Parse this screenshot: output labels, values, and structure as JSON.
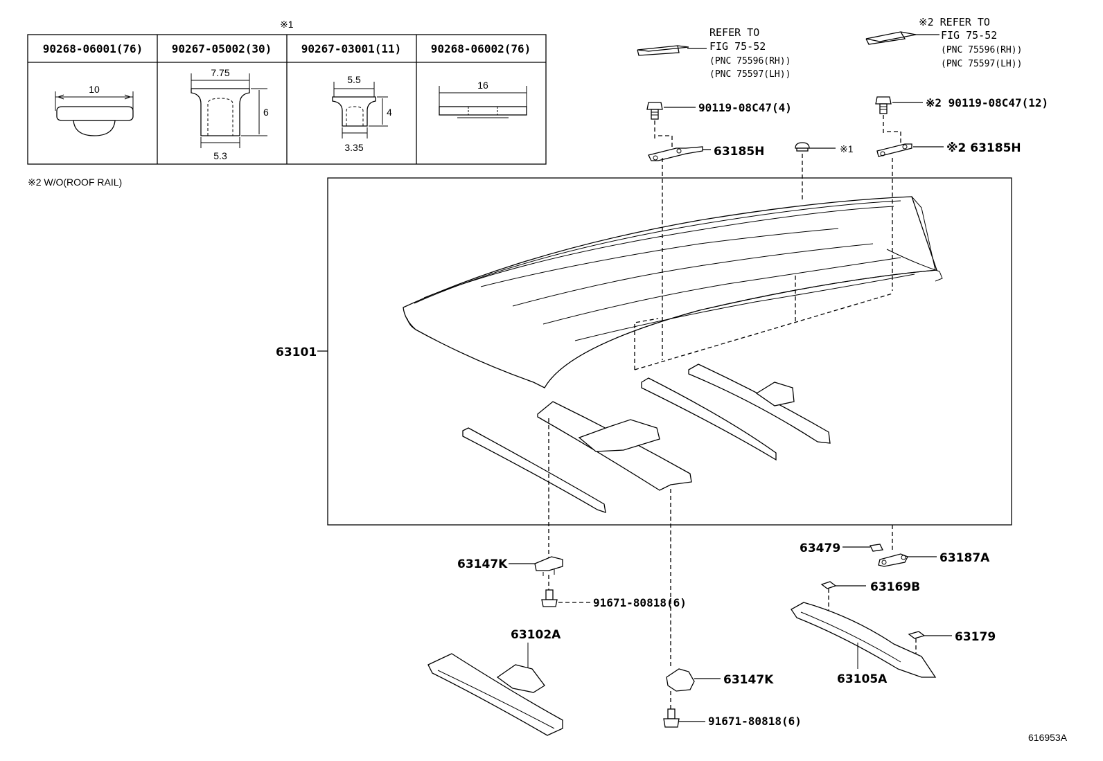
{
  "table": {
    "note_mark": "※1",
    "headers": [
      "90268-06001(76)",
      "90267-05002(30)",
      "90267-03001(11)",
      "90268-06002(76)"
    ],
    "dims": {
      "c1_w": "10",
      "c2_top": "7.75",
      "c2_h": "6",
      "c2_bottom": "5.3",
      "c3_top": "5.5",
      "c3_h": "4",
      "c3_bottom": "3.35",
      "c4_w": "16"
    }
  },
  "notes": {
    "note2": "※2 W/O(ROOF RAIL)"
  },
  "refs": {
    "left": {
      "line1": "REFER TO",
      "line2": "FIG 75-52",
      "line3": "(PNC 75596(RH))",
      "line4": "(PNC 75597(LH))"
    },
    "right": {
      "line1": "※2 REFER TO",
      "line2": "FIG 75-52",
      "line3": "(PNC 75596(RH))",
      "line4": "(PNC 75597(LH))"
    }
  },
  "labels": {
    "bolt_left": "90119-08C47(4)",
    "bolt_right": "※2 90119-08C47(12)",
    "bracket_left": "63185H",
    "bracket_right": "※2 63185H",
    "plug": "※1",
    "roof_panel": "63101",
    "p63479": "63479",
    "p63187A": "63187A",
    "p63169B": "63169B",
    "p63179": "63179",
    "p63105A": "63105A",
    "p63147K_top": "63147K",
    "bolt_bottom_1": "91671-80818(6)",
    "p63102A": "63102A",
    "p63147K_bottom": "63147K",
    "bolt_bottom_2": "91671-80818(6)",
    "figure_id": "616953A"
  }
}
